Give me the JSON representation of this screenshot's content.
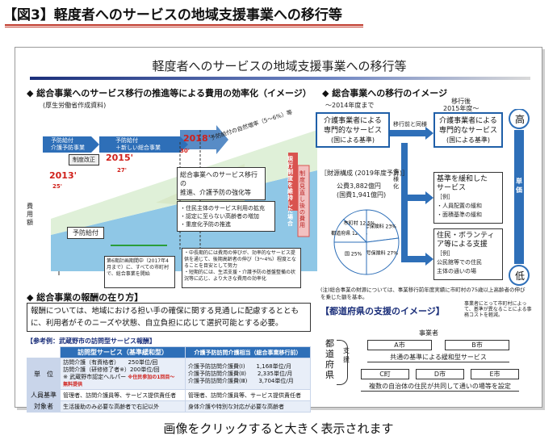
{
  "page_header": "【図3】軽度者へのサービスの地域支援事業への移行等",
  "footer_text": "画像をクリックすると大きく表示されます",
  "slide": {
    "title": "軽度者へのサービスの地域支援事業への移行等",
    "left_section_title": "総合事業へのサービス移行の推進等による費用の効率化（イメージ）",
    "source_note": "(厚生労働省作成資料)",
    "arrow_labels": [
      "予防給付\n介護予防事業",
      "予防給付\n＋新しい総合事業"
    ],
    "seido_kaisei": "制度改正",
    "years": [
      "2013'",
      "2015'",
      "2018'",
      "25'",
      "27'",
      "30'"
    ],
    "y_axis_label": "費用額",
    "yobo_kyufu": "予防給付",
    "growth_note": "予防給付の自然増率（5～6%）等",
    "red_vertical_label": "現行制度を維持した場合",
    "pink_vertical_label": "制度見直し後の費用",
    "box1_lines": [
      "総合事業へのサービス移行の",
      "推進、介護予防の強化等"
    ],
    "box2_lines": [
      "・住民主体のサービス利用の拡充",
      "・認定に至らない高齢者の増加",
      "・重度化予防の推進"
    ],
    "note_box_left": "第6期計画期間中（2017年4月まで）に、すべての市町村で、総合事業を開始",
    "note_box_center": "・中長期的には費用の伸びが、効率的なサービス提供を通じて、後期高齢者の伸び（3～4%）程度となることを目安として努力\n・短期的には、生活支援・介護予防の基盤整備の状況等に応じ、より大きな費用の効率化",
    "reward_title": "総合事業の報酬の在り方】",
    "reward_text": "報酬については、地域における担い手の確保に関する見通しに配慮するとともに、利用者がそのニーズや状態、自立負担に応じて選択可能とする必要。",
    "ref_title": "【参考例：武蔵野市の訪問型サービス報酬】",
    "table": {
      "head_left": "訪問型サービス（基準緩和型）",
      "head_right": "介護予防訪問介護相当（総合事業移行前）",
      "rows": [
        {
          "label": "単　位",
          "left": "訪問介護（有資格者）　　250単位/回\n訪問介護（研修修了者※）200単位/回\n※ 武蔵野市認定ヘルパー",
          "left_note": "※住民参加の1回目〜\n無料提供",
          "right": "介護予防訪問介護費(Ⅰ)　　1,168単位/月\n介護予防訪問介護費(Ⅱ)　　2,335単位/月\n介護予防訪問介護費(Ⅲ)　　3,704単位/月"
        },
        {
          "label": "人員基準",
          "left": "管理者、訪問介護員等、サービス提供責任者",
          "right": "管理者、訪問介護員等、サービス提供責任者"
        },
        {
          "label": "対象者",
          "left": "生活援助のみ必要な高齢者で右記以外",
          "right": "身体介護や特別な対応が必要な高齢者"
        }
      ]
    },
    "right_section_title": "総合事業への移行のイメージ",
    "until_label": "～2014年度まで",
    "after_label": "移行後\n2015年度～",
    "migrate_label": "移行前と同様",
    "box_before_lines": [
      "介護事業者による",
      "専門的なサービス",
      "(国による基準)"
    ],
    "box_after_lines": [
      "介護事業者による",
      "専門的なサービス",
      "(国による基準)"
    ],
    "high_label": "高",
    "low_label": "低",
    "tanka_label": "単価",
    "diversify_label": "多様化",
    "box_relaxed_lines": [
      "基準を緩和した",
      "サービス",
      "［例］",
      "・人員配置の緩和",
      "・面積基準の緩和"
    ],
    "box_resident_lines": [
      "住民・ボランティ",
      "ア等による支援",
      "［例］",
      "公民館等での住民",
      "主体の通いの場"
    ],
    "finance_title": "［財源構成 (2019年度予算)］",
    "finance_lines": [
      "公費3,882億円",
      "(国費1,941億円)"
    ],
    "pie": [
      {
        "label": "1号保険料",
        "value": 23
      },
      {
        "label": "2号保険料",
        "value": 27
      },
      {
        "label": "国",
        "value": 25
      },
      {
        "label": "都道府県",
        "value": 12.5
      },
      {
        "label": "市町村",
        "value": 12.5
      }
    ],
    "finance_note": "(注)総合事業の財源については、事業移行前年度実績に市町村の75歳以上高齢者の伸びを乗じた額を基本。",
    "pref_section_title": "【都道府県の支援のイメージ】",
    "pref_note": "事業者にとって市町村によって、基準が異なることによる事務コストを軽減。",
    "jigyosha": "事業者",
    "pref_vertical": "都道府県",
    "shien": "支援",
    "cities_top": [
      "A市",
      "B市"
    ],
    "common_label": "共通の基準による緩和型サービス",
    "cities_bottom": [
      "C町",
      "D市",
      "E市"
    ],
    "resident_place": "複数の自治体の住民が共同して通いの場等を設定"
  },
  "colors": {
    "accent_red": "#c0392b",
    "navy": "#1b2f7a",
    "arrow_blue": "#2e6fb8",
    "pink": "#f2c1c1",
    "red_bar": "#d9534f",
    "green": "#9bcf8a"
  }
}
